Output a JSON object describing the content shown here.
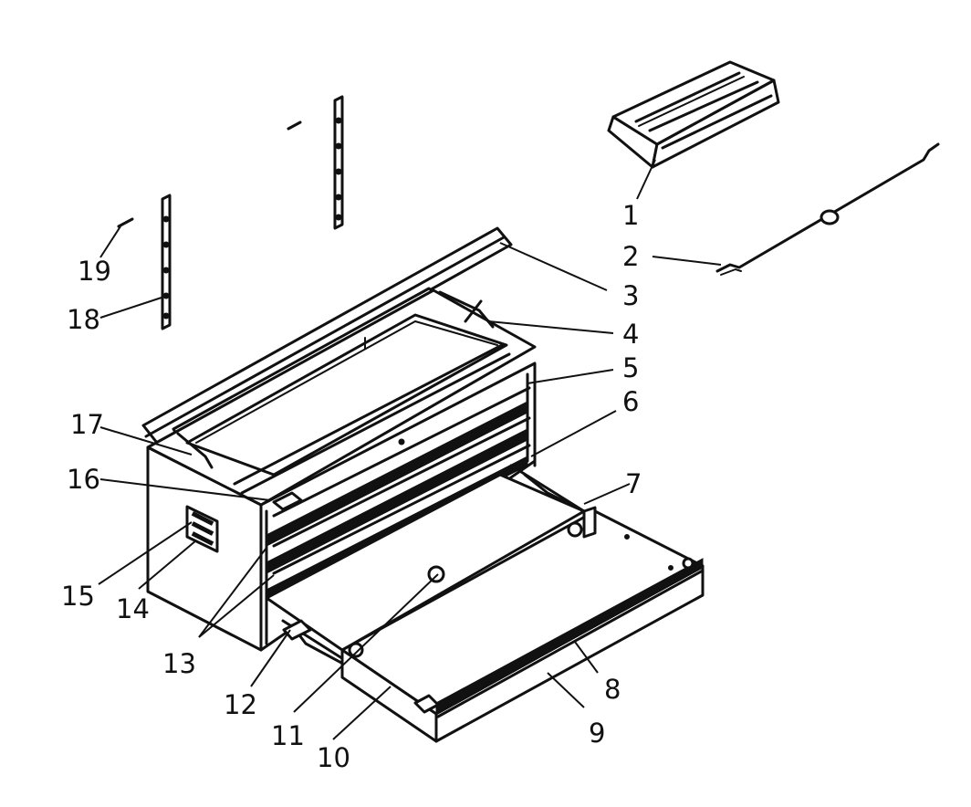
{
  "callouts": [
    {
      "num": "1"
    },
    {
      "num": "2"
    },
    {
      "num": "3"
    },
    {
      "num": "4"
    },
    {
      "num": "5"
    },
    {
      "num": "6"
    },
    {
      "num": "7"
    },
    {
      "num": "8"
    },
    {
      "num": "9"
    },
    {
      "num": "10"
    },
    {
      "num": "11"
    },
    {
      "num": "12"
    },
    {
      "num": "13"
    },
    {
      "num": "14"
    },
    {
      "num": "15"
    },
    {
      "num": "16"
    },
    {
      "num": "17"
    },
    {
      "num": "18"
    },
    {
      "num": "19"
    }
  ]
}
